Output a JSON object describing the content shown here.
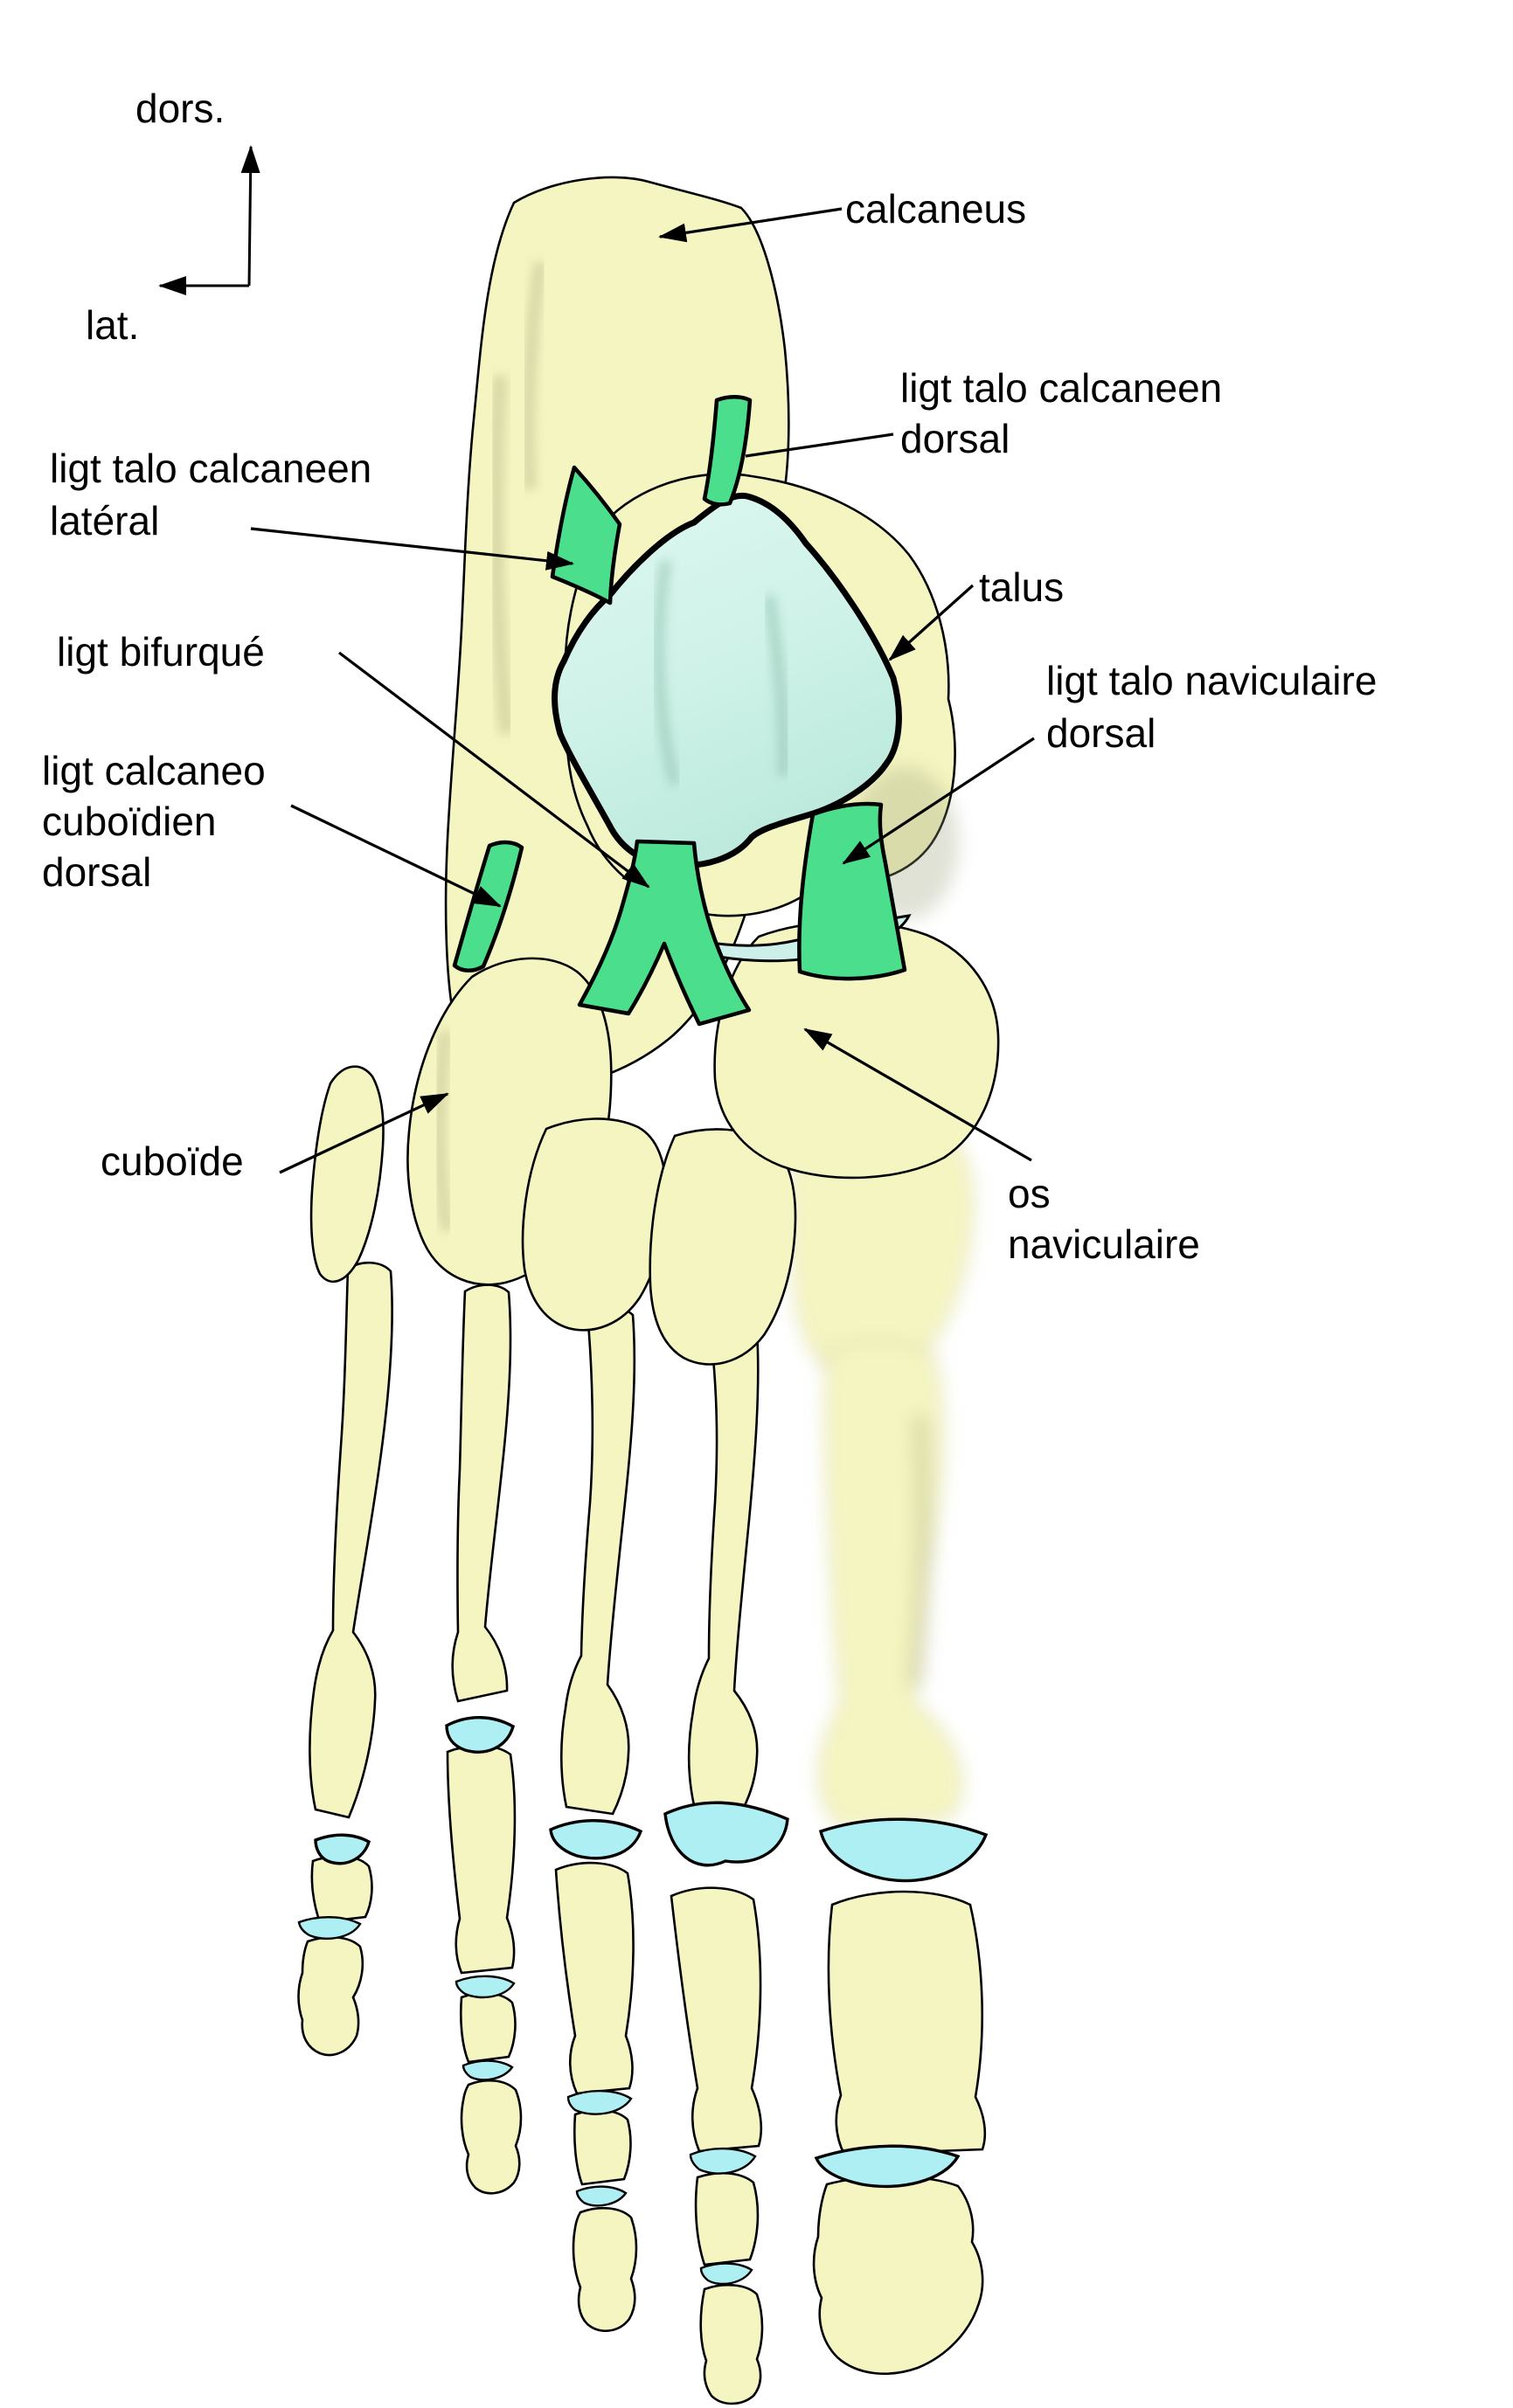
{
  "diagram": {
    "axis": {
      "up_label": "dors.",
      "left_label": "lat."
    },
    "labels": {
      "calcaneus": {
        "lines": [
          "calcaneus"
        ]
      },
      "ligt_talo_calcaneen_dorsal": {
        "lines": [
          "ligt talo calcaneen",
          "dorsal"
        ]
      },
      "ligt_talo_calcaneen_lateral": {
        "lines": [
          "ligt talo calcaneen",
          "latéral"
        ]
      },
      "talus": {
        "lines": [
          "talus"
        ]
      },
      "ligt_bifurque": {
        "lines": [
          "ligt bifurqué"
        ]
      },
      "ligt_talo_naviculaire_dorsal": {
        "lines": [
          "ligt talo naviculaire",
          "dorsal"
        ]
      },
      "ligt_calcaneo_cuboidien_dorsal": {
        "lines": [
          "ligt calcaneo",
          "cuboïdien",
          "dorsal"
        ]
      },
      "cuboide": {
        "lines": [
          "cuboïde"
        ]
      },
      "os_naviculaire": {
        "lines": [
          "os",
          "naviculaire"
        ]
      }
    }
  },
  "colors": {
    "bone": "#F5F5C1",
    "ligament": "#4BDF8D",
    "cartilage": "#CDEFEA",
    "joint": "#AEEFF3",
    "outline": "#000000",
    "text": "#000000",
    "background": "#FFFFFF"
  }
}
